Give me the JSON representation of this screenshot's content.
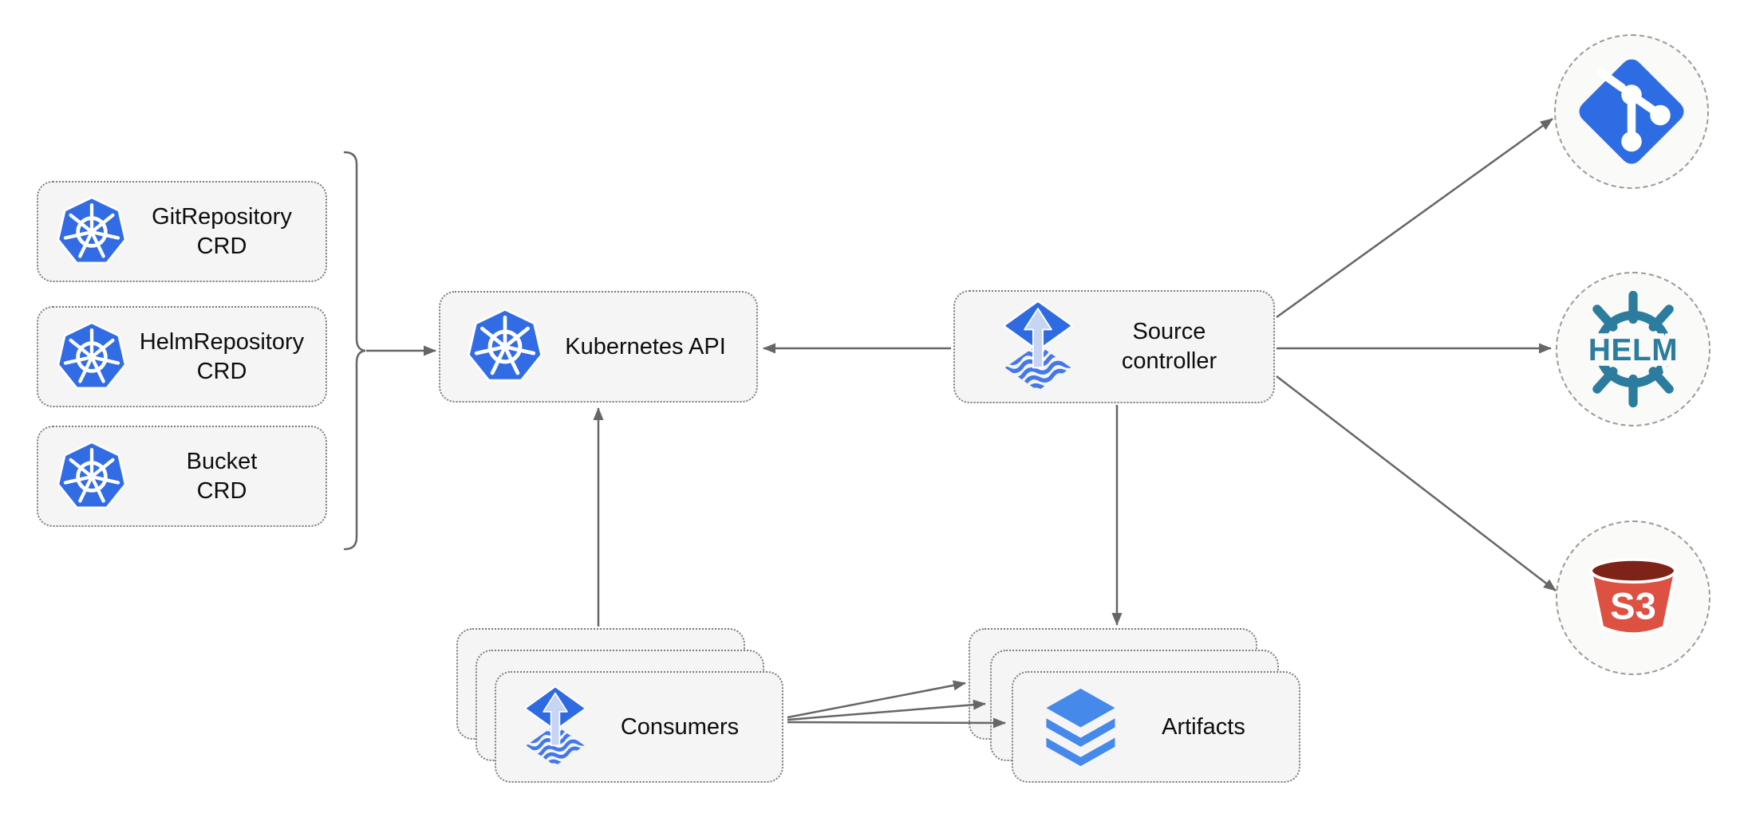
{
  "diagram": {
    "title_implicit": "Flux source-controller architecture",
    "nodes": {
      "git_repository_crd": {
        "title": "GitRepository",
        "subtitle": "CRD",
        "icon": "kubernetes-icon"
      },
      "helm_repository_crd": {
        "title": "HelmRepository",
        "subtitle": "CRD",
        "icon": "kubernetes-icon"
      },
      "bucket_crd": {
        "title": "Bucket",
        "subtitle": "CRD",
        "icon": "kubernetes-icon"
      },
      "kubernetes_api": {
        "label": "Kubernetes API",
        "icon": "kubernetes-icon"
      },
      "source_controller": {
        "title": "Source",
        "subtitle": "controller",
        "icon": "flux-source-controller-icon"
      },
      "consumers": {
        "label": "Consumers",
        "icon": "flux-source-controller-icon",
        "stacked": true
      },
      "artifacts": {
        "label": "Artifacts",
        "icon": "layers-icon",
        "stacked": true
      },
      "git": {
        "label": "",
        "icon": "git-icon"
      },
      "helm": {
        "label": "HELM",
        "icon": "helm-icon"
      },
      "s3": {
        "label": "S3",
        "icon": "s3-bucket-icon"
      }
    },
    "edges": [
      {
        "from": "crd-group-brace",
        "to": "kubernetes_api",
        "arrow": "end"
      },
      {
        "from": "source_controller",
        "to": "kubernetes_api",
        "arrow": "end"
      },
      {
        "from": "consumers",
        "to": "kubernetes_api",
        "arrow": "end"
      },
      {
        "from": "source_controller",
        "to": "artifacts",
        "arrow": "end"
      },
      {
        "from": "source_controller",
        "to": "git",
        "arrow": "end"
      },
      {
        "from": "source_controller",
        "to": "helm",
        "arrow": "end"
      },
      {
        "from": "source_controller",
        "to": "s3",
        "arrow": "end"
      },
      {
        "from": "consumers",
        "to": "artifacts",
        "arrow": "end",
        "count": 3
      }
    ],
    "colors": {
      "kubernetes_blue": "#326CE5",
      "flux_blue": "#2E6BE3",
      "flux_wave_blue": "#4478EA",
      "flux_arrow_light": "#C6D5F2",
      "layers_blue": "#4589EA",
      "git_blue": "#2E6CE4",
      "helm_teal": "#2B7C9E",
      "s3_red": "#DD5143",
      "s3_dark_red": "#7E2318",
      "box_fill": "#F5F5F5",
      "box_border": "#7D7D7D",
      "circle_fill": "#FAFAF8",
      "circle_border": "#9B9B9B",
      "arrow_gray": "#666666",
      "text_color": "#0d0d0d"
    }
  }
}
